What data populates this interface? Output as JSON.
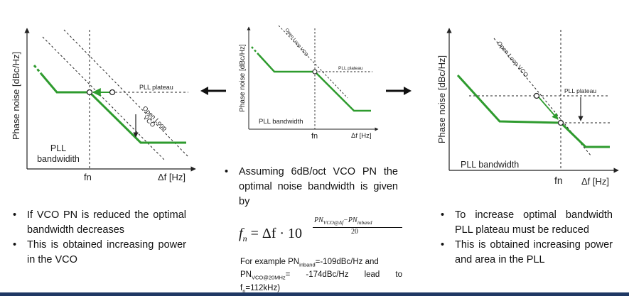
{
  "plots": {
    "left": {
      "ylabel": "Phase noise [dBc/Hz]",
      "xlabel": "Δf [Hz]",
      "fn_label": "fn",
      "plateau_label": "PLL plateau",
      "vco_label_1": "Open Loop",
      "vco_label_2": "VCO",
      "bw_label_1": "PLL",
      "bw_label_2": "bandwidith"
    },
    "center": {
      "ylabel": "Phase noise [dBc/Hz]",
      "xlabel": "Δf [Hz]",
      "fn_label": "fn",
      "plateau_label": "PLL plateau",
      "vco_label": "Open Loop VCO",
      "bw_label": "PLL bandwidth"
    },
    "right": {
      "ylabel": "Phase noise [dBc/Hz]",
      "xlabel": "Δf [Hz]",
      "fn_label": "fn",
      "plateau_label": "PLL plateau",
      "vco_label": "Open Loop VCO",
      "bw_label": "PLL bandwidth"
    }
  },
  "colors": {
    "curve": "#2e9b2e",
    "axis": "#222222",
    "bottom_bar": "#1f3864"
  },
  "arrows": {
    "left": "left-arrow-icon",
    "right": "right-arrow-icon"
  },
  "left_text": {
    "bullets": [
      "If VCO PN is reduced the optimal bandwidth decreases",
      "This is obtained increasing power in the VCO"
    ]
  },
  "center_text": {
    "bullet": "Assuming 6dB/oct VCO PN the optimal noise bandwidth is given by",
    "formula_lhs": "f",
    "formula_lhs_sub": "n",
    "formula_mid": "= Δf · 10",
    "formula_num": "PN",
    "formula_num_sub1": "VCO@Δf",
    "formula_num_mid": "−PN",
    "formula_num_sub2": "inband",
    "formula_den": "20",
    "example_a": "For example PN",
    "example_a_sub": "inband",
    "example_a_val": "=-109dBc/Hz and",
    "example_b": "PN",
    "example_b_sub": "VCO@20MHz",
    "example_b_mid": "=",
    "example_b_val": "-174dBc/Hz",
    "example_b_lead": "lead",
    "example_b_to": "to",
    "example_c": "f",
    "example_c_sub": "n",
    "example_c_val": "=112kHz)"
  },
  "right_text": {
    "bullets": [
      "To increase optimal bandwidth PLL plateau must be reduced",
      "This is obtained increasing power and area in the PLL"
    ]
  }
}
